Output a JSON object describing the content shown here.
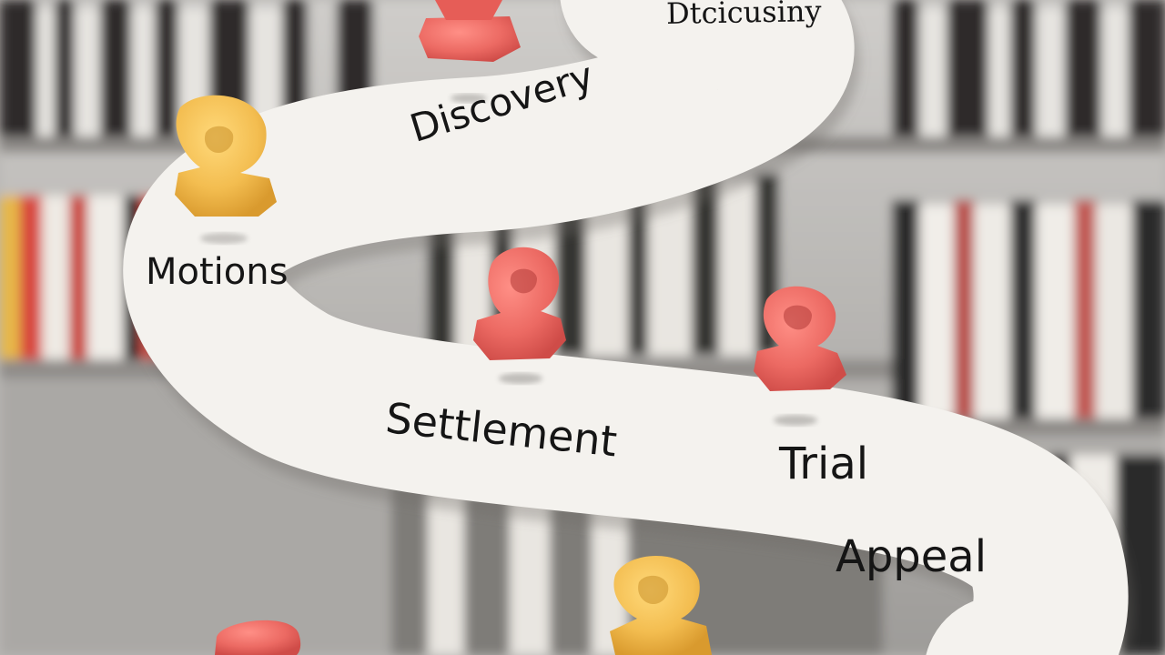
{
  "scene": {
    "kind": "photo-illustration",
    "description_colors": {
      "path": "#f4f2ee",
      "pin_yellow": "#f2bd52",
      "pin_red": "#ec6a63",
      "background_wall": "#b9b7b4",
      "text": "#151515"
    }
  },
  "path_labels": {
    "top": "Dtcicusiny",
    "discovery": "Discovery",
    "motions": "Motions",
    "settlement": "Settlement",
    "trial": "Trial",
    "appeal": "Appeal"
  },
  "markers": [
    {
      "name": "pin-top-red",
      "color": "red"
    },
    {
      "name": "pin-yellow-left",
      "color": "yellow"
    },
    {
      "name": "pin-red-center",
      "color": "red"
    },
    {
      "name": "pin-red-right",
      "color": "red"
    },
    {
      "name": "pin-yellow-bottom",
      "color": "yellow"
    },
    {
      "name": "pin-red-bottom-left",
      "color": "red"
    }
  ]
}
